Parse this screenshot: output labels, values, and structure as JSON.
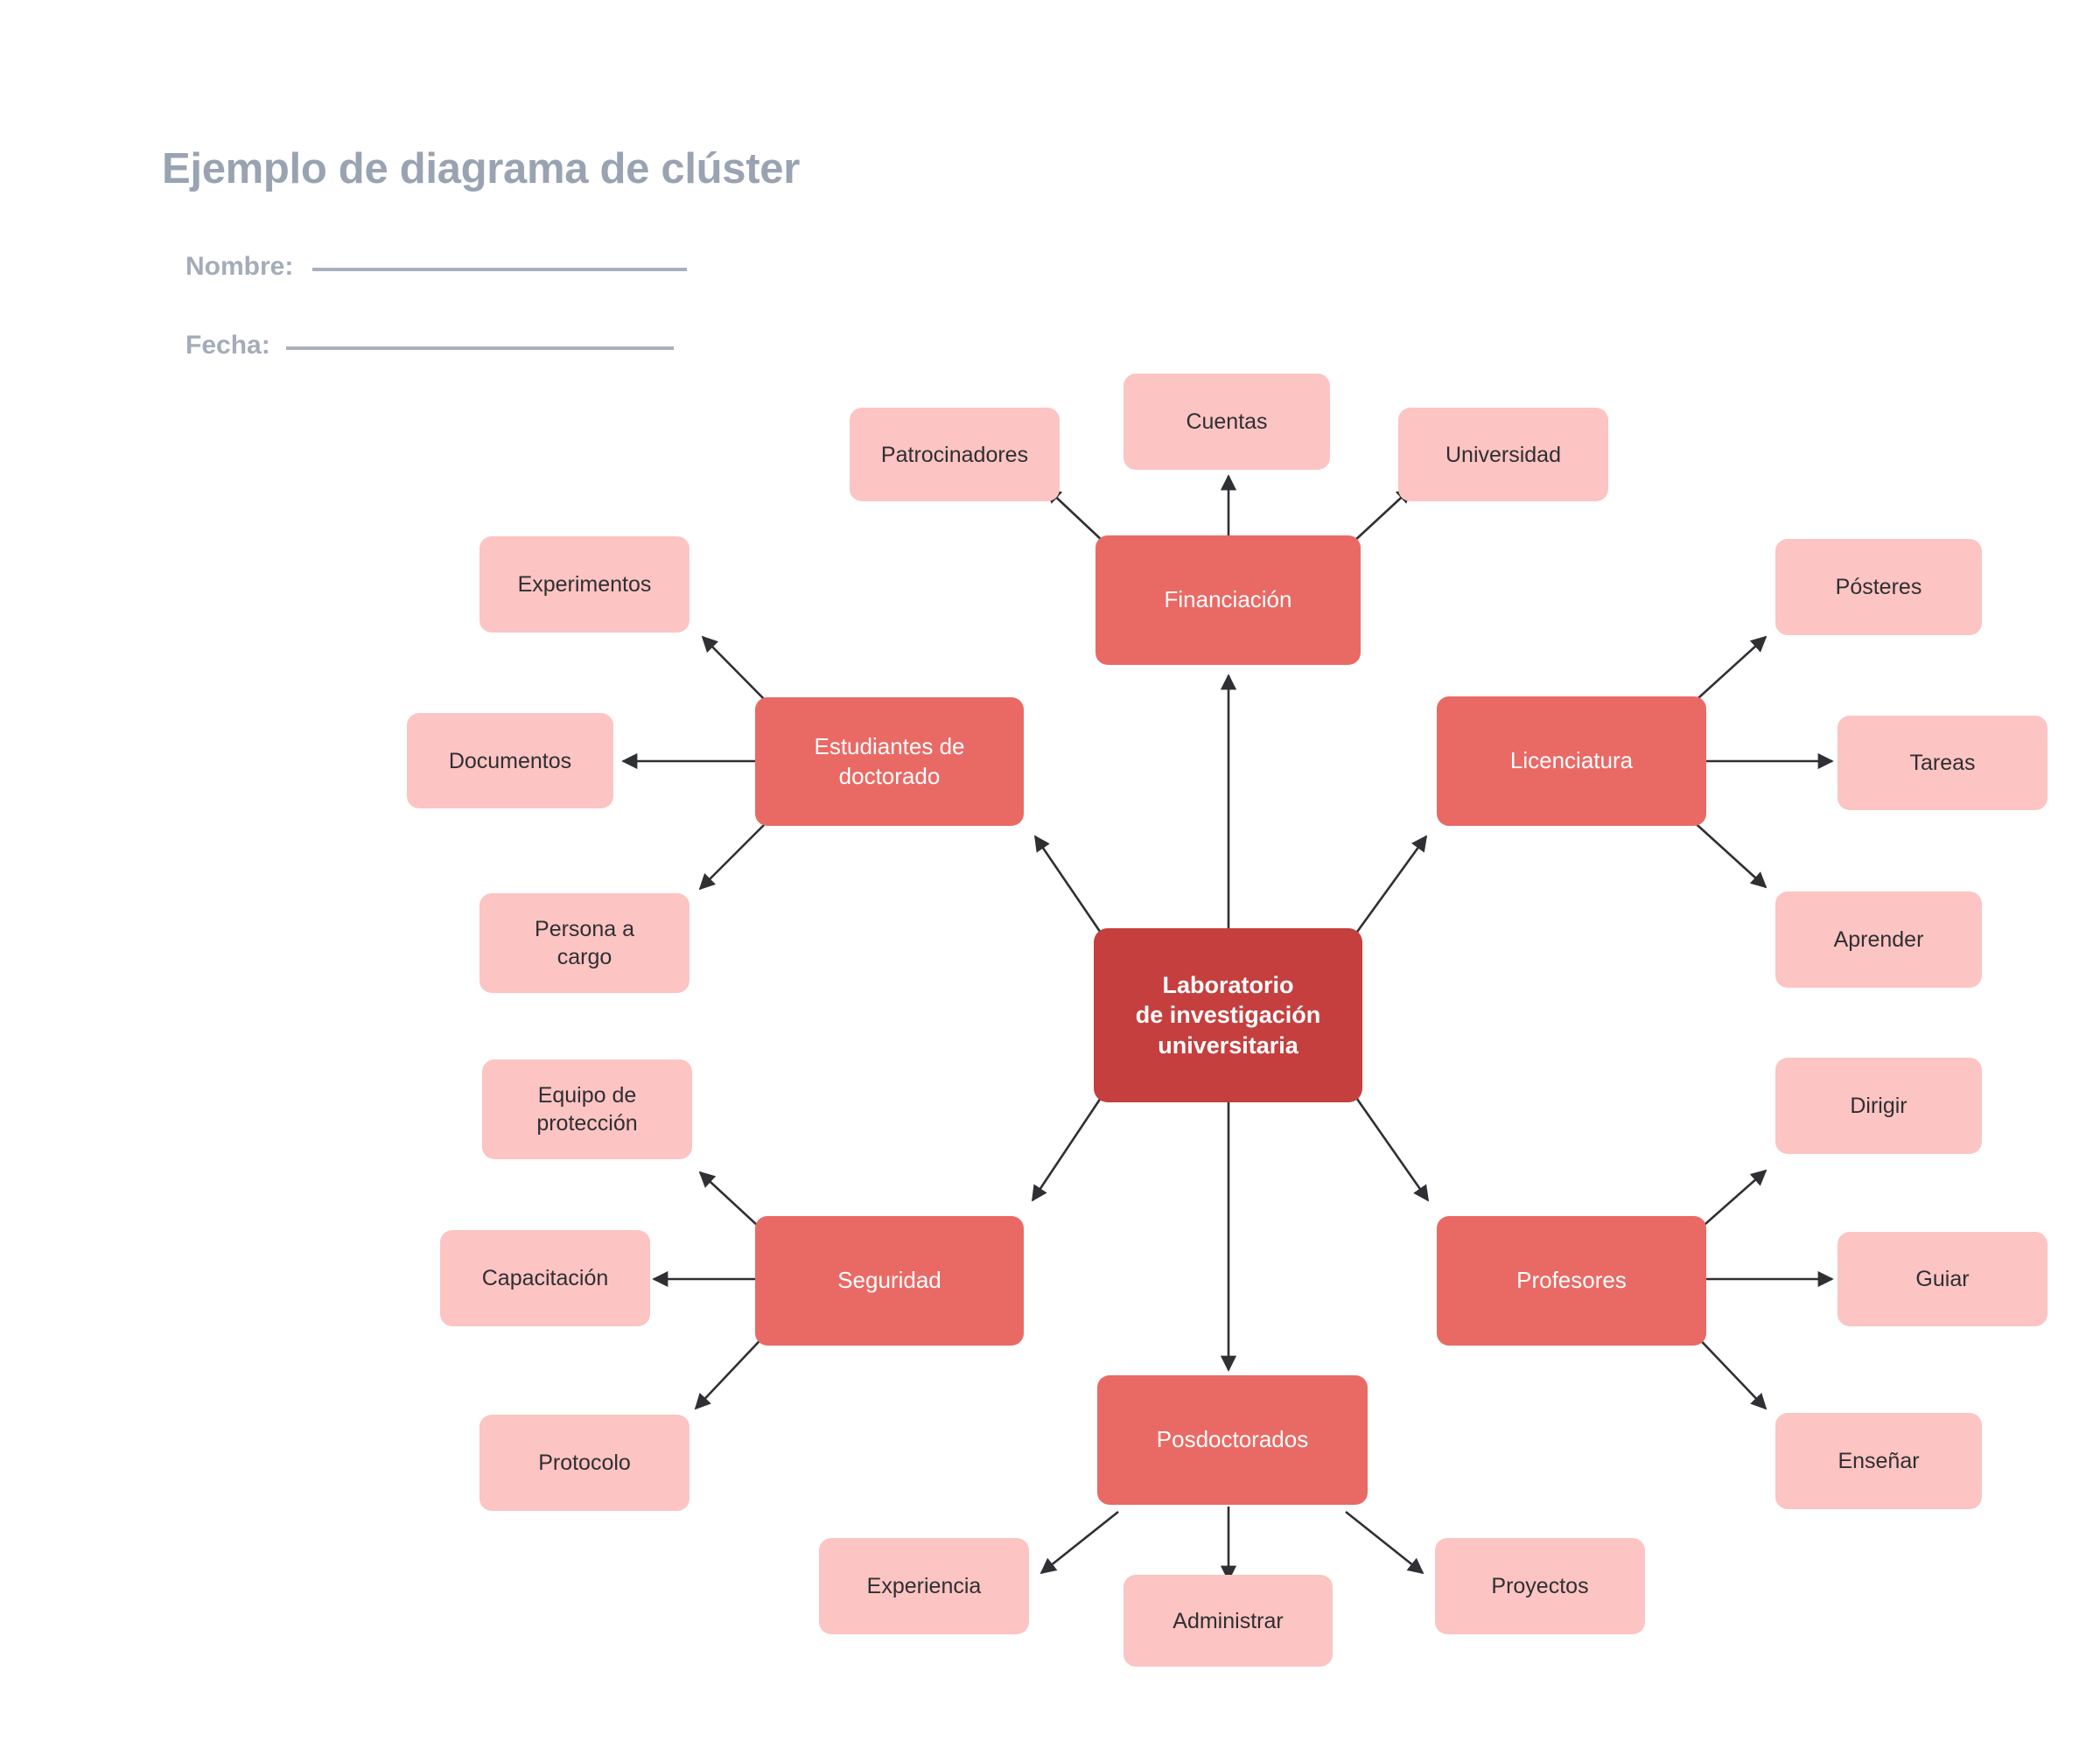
{
  "header": {
    "title": "Ejemplo de diagrama de clúster",
    "fields": [
      {
        "label": "Nombre:",
        "value": ""
      },
      {
        "label": "Fecha:",
        "value": ""
      }
    ]
  },
  "colors": {
    "root_fill": "#C53F3F",
    "branch_fill": "#E96A65",
    "leaf_fill": "#FCC4C2",
    "edge_stroke": "#2F3033",
    "header_text": "#A4ACB9",
    "node_text_light": "#FFFFFF",
    "node_text_dark": "#2F2F33",
    "background": "#FFFFFF"
  },
  "diagram": {
    "type": "cluster-diagram",
    "root": {
      "id": "root",
      "label": "Laboratorio\nde investigación\nuniversitaria"
    },
    "branches": [
      {
        "id": "financiacion",
        "label": "Financiación",
        "leaves": [
          {
            "id": "patrocinadores",
            "label": "Patrocinadores"
          },
          {
            "id": "cuentas",
            "label": "Cuentas"
          },
          {
            "id": "universidad",
            "label": "Universidad"
          }
        ]
      },
      {
        "id": "estudiantes-doctorado",
        "label": "Estudiantes de\ndoctorado",
        "leaves": [
          {
            "id": "experimentos",
            "label": "Experimentos"
          },
          {
            "id": "documentos",
            "label": "Documentos"
          },
          {
            "id": "persona-a-cargo",
            "label": "Persona a\ncargo"
          }
        ]
      },
      {
        "id": "licenciatura",
        "label": "Licenciatura",
        "leaves": [
          {
            "id": "posteres",
            "label": "Pósteres"
          },
          {
            "id": "tareas",
            "label": "Tareas"
          },
          {
            "id": "aprender",
            "label": "Aprender"
          }
        ]
      },
      {
        "id": "seguridad",
        "label": "Seguridad",
        "leaves": [
          {
            "id": "equipo-proteccion",
            "label": "Equipo de\nprotección"
          },
          {
            "id": "capacitacion",
            "label": "Capacitación"
          },
          {
            "id": "protocolo",
            "label": "Protocolo"
          }
        ]
      },
      {
        "id": "profesores",
        "label": "Profesores",
        "leaves": [
          {
            "id": "dirigir",
            "label": "Dirigir"
          },
          {
            "id": "guiar",
            "label": "Guiar"
          },
          {
            "id": "ensenar",
            "label": "Enseñar"
          }
        ]
      },
      {
        "id": "posdoctorados",
        "label": "Posdoctorados",
        "leaves": [
          {
            "id": "experiencia",
            "label": "Experiencia"
          },
          {
            "id": "administrar",
            "label": "Administrar"
          },
          {
            "id": "proyectos",
            "label": "Proyectos"
          }
        ]
      }
    ]
  }
}
